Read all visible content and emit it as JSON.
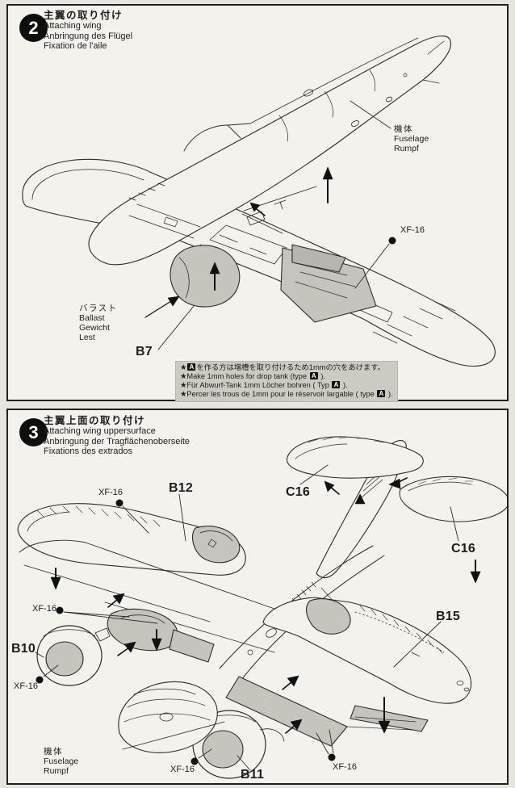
{
  "colors": {
    "page_bg": "#e7e5df",
    "panel_bg": "#f4f2ec",
    "ink": "#2b2b27",
    "shade_gray": "#c7c4bd",
    "note_bg": "#cdcac2",
    "badge_bg": "#101010"
  },
  "step2": {
    "number": "2",
    "title": {
      "ja": "主翼の取り付け",
      "en": "Attaching wing",
      "de": "Anbringung des Flügel",
      "fr": "Fixation de l'aile"
    },
    "fuselage": {
      "ja": "機体",
      "en": "Fuselage",
      "de": "Rumpf"
    },
    "ballast": {
      "ja": "バラスト",
      "en": "Ballast",
      "de": "Gewicht",
      "fr": "Lest"
    },
    "paint_code": "XF-16",
    "parts": {
      "b7": "B7"
    },
    "note": {
      "badge": "A",
      "ja_pre": "★",
      "ja_post": "を作る方は増槽を取り付けるため1mmの穴をあけます。",
      "en_pre": "★Make 1mm holes for drop tank (type ",
      "en_post": " ).",
      "de_pre": "★Für Abwurf-Tank 1mm Löcher bohren ( Typ ",
      "de_post": " ).",
      "fr_pre": "★Percer les trous de 1mm pour le réservoir largable ( type ",
      "fr_post": " )."
    }
  },
  "step3": {
    "number": "3",
    "title": {
      "ja": "主翼上面の取り付け",
      "en": "Attaching wing uppersurface",
      "de": "Anbringung der Tragflächenoberseite",
      "fr": "Fixations des extrados"
    },
    "fuselage": {
      "ja": "機体",
      "en": "Fuselage",
      "de": "Rumpf"
    },
    "paint_code": "XF-16",
    "parts": {
      "b12": "B12",
      "c16": "C16",
      "b15": "B15",
      "b10": "B10",
      "b11": "B11"
    }
  }
}
